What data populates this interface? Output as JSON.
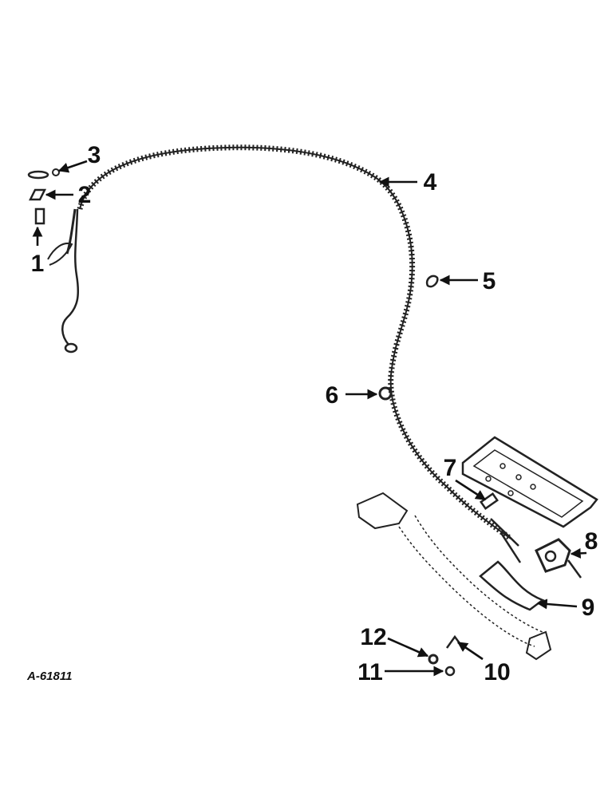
{
  "drawing_id": "A-61811",
  "callouts": [
    {
      "number": "1"
    },
    {
      "number": "2"
    },
    {
      "number": "3"
    },
    {
      "number": "4"
    },
    {
      "number": "5"
    },
    {
      "number": "6"
    },
    {
      "number": "7"
    },
    {
      "number": "8"
    },
    {
      "number": "9"
    },
    {
      "number": "10"
    },
    {
      "number": "11"
    },
    {
      "number": "12"
    }
  ]
}
